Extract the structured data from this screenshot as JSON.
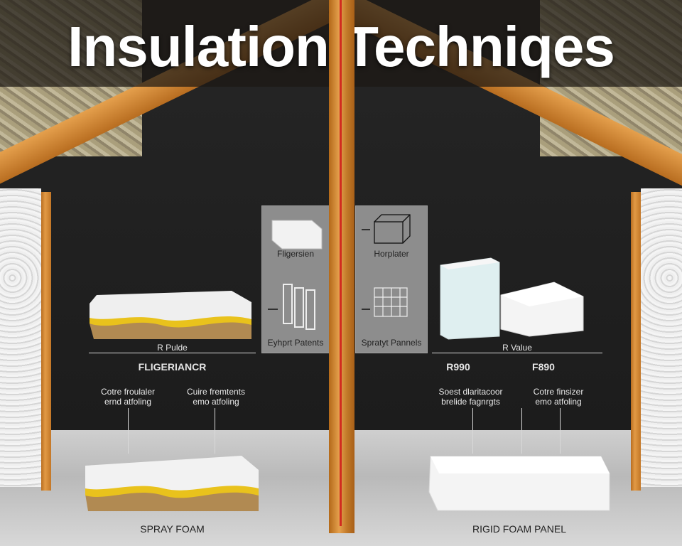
{
  "title": "Insulation Techniqes",
  "center_panel": {
    "left": {
      "top_label": "Fligersien",
      "bottom_label": "Eyhprt Patents"
    },
    "right": {
      "top_label": "Horplater",
      "bottom_label": "Spratyt Pannels"
    }
  },
  "left_section": {
    "r_value_label": "R Pulde",
    "name": "FLIGERIANCR",
    "callouts": [
      "Cotre froulaler\nernd atfoling",
      "Cuire fremtents\nemo atfoling"
    ],
    "product_label": "SPRAY FOAM"
  },
  "right_section": {
    "r_value_label": "R Value",
    "values": [
      "R990",
      "F890"
    ],
    "callouts": [
      "Soest dlaritacoor\nbrelide fagnrgts",
      "Cotre finsizer\nemo atfoling"
    ],
    "product_label": "RIGID FOAM PANEL"
  },
  "colors": {
    "wood": "#d4883a",
    "accent_line": "#d12b1f",
    "panel_gray": "#8d8d8d"
  }
}
